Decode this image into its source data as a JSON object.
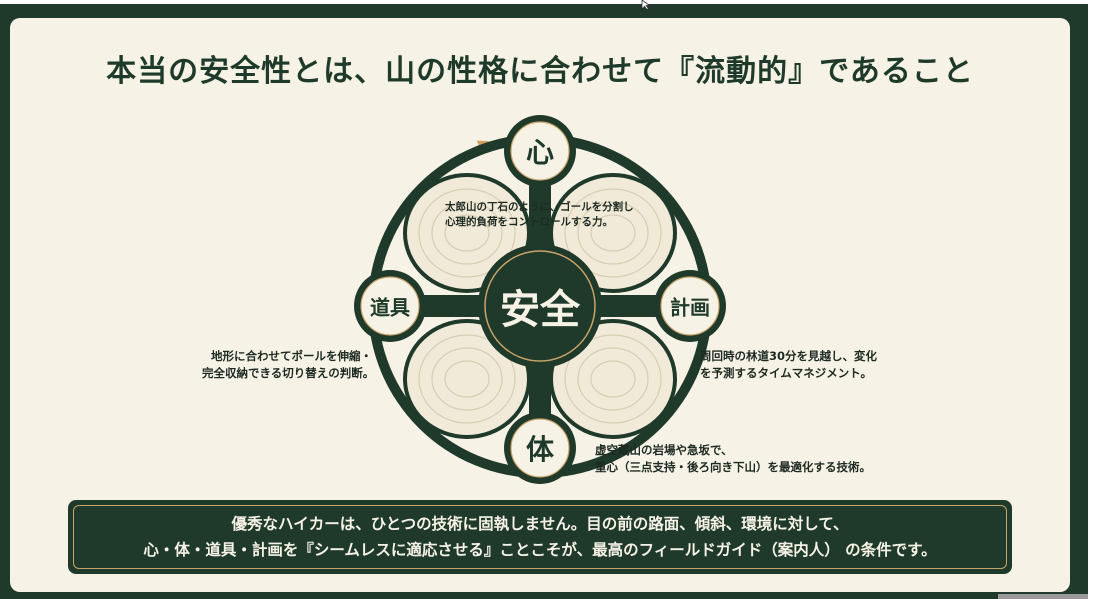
{
  "slide": {
    "title": "本当の安全性とは、山の性格に合わせて『流動的』であること",
    "center": "安全",
    "nodes": {
      "top": "心",
      "right": "計画",
      "bottom": "体",
      "left": "道具"
    },
    "descriptions": {
      "mind": [
        "太郎山の丁石のように、ゴールを分割し",
        "心理的負荷をコントロールする力。"
      ],
      "plan": [
        "周回時の林道30分を見越し、変化",
        "を予測するタイムマネジメント。"
      ],
      "body": [
        "虚空蔵山の岩場や急坂で、",
        "重心（三点支持・後ろ向き下山）を最適化する技術。"
      ],
      "gear": [
        "地形に合わせてポールを伸縮・",
        "完全収納できる切り替えの判断。"
      ]
    },
    "summary": [
      "優秀なハイカーは、ひとつの技術に固執しません。目の前の路面、傾斜、環境に対して、",
      "心・体・道具・計画を『シームレスに適応させる』ことこそが、最高のフィールドガイド（案内人） の条件です。"
    ]
  },
  "colors": {
    "dark_green": "#1f3a2b",
    "cream": "#f6f2e6",
    "gold": "#c9a368",
    "arrow": "#d4a060"
  }
}
